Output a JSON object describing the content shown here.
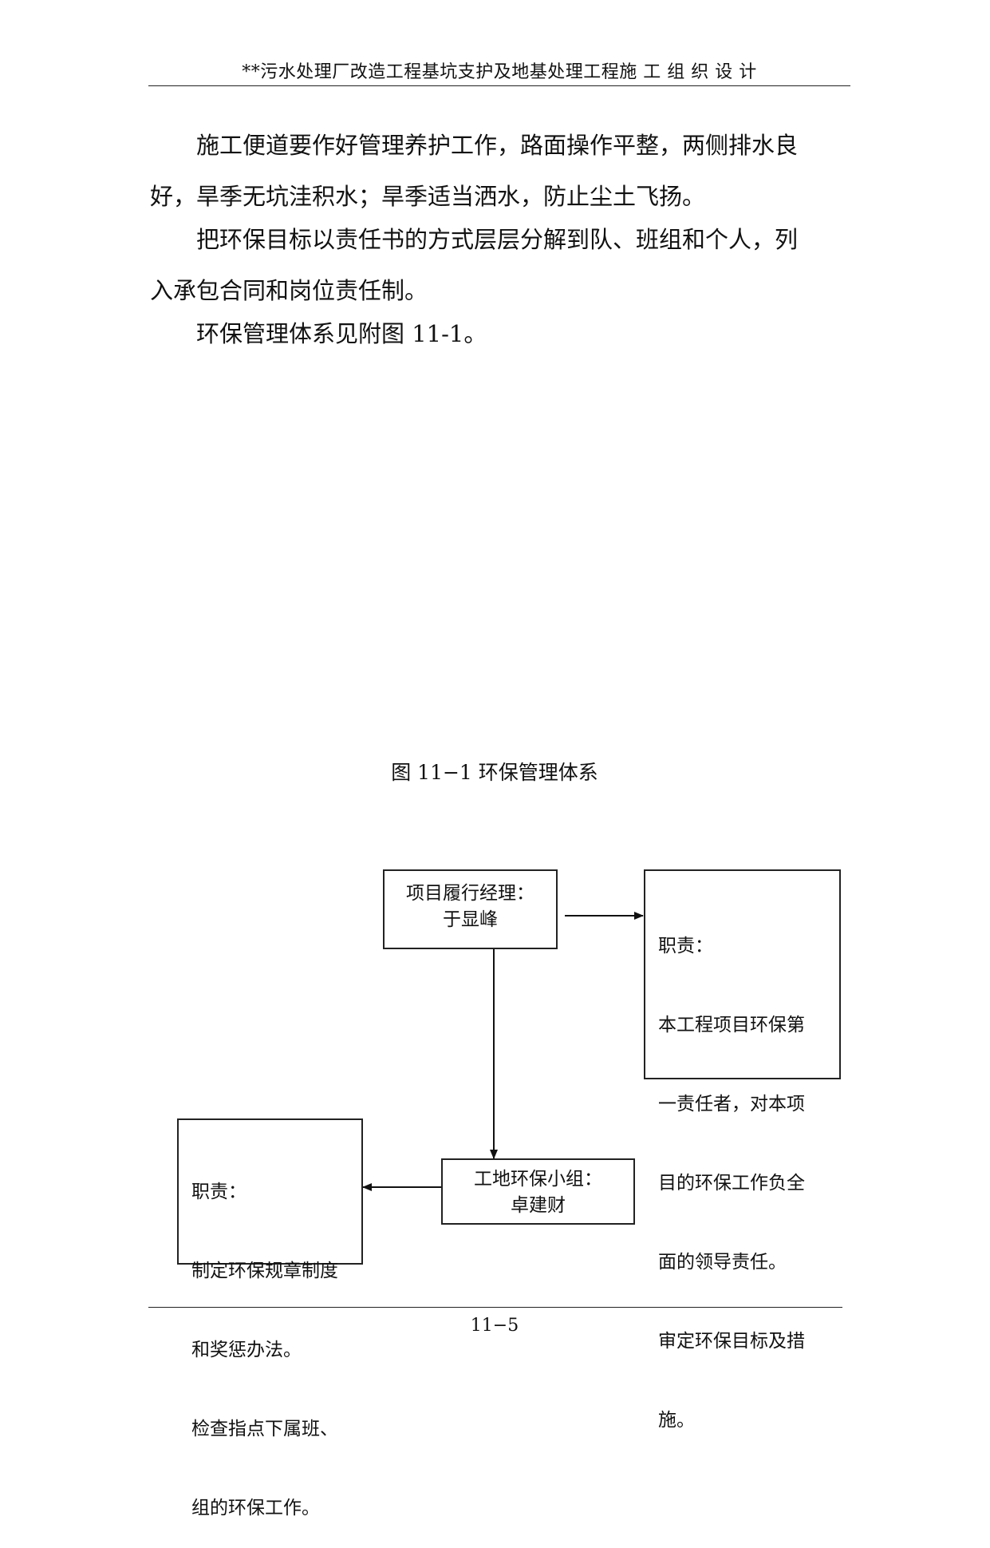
{
  "header": {
    "title": "**污水处理厂改造工程基坑支护及地基处理工程施 工 组 织 设 计"
  },
  "body": {
    "paragraphs": [
      {
        "line1": "施工便道要作好管理养护工作，路面操作平整，两侧排水良",
        "line2": "好，旱季无坑洼积水；旱季适当洒水，防止尘土飞扬。"
      },
      {
        "line1": "把环保目标以责任书的方式层层分解到队、班组和个人，列",
        "line2": "入承包合同和岗位责任制。"
      },
      {
        "line1": "环保管理体系见附图 11-1。",
        "line2": ""
      }
    ]
  },
  "figure": {
    "caption": "图 11−1  环保管理体系",
    "manager_box": {
      "line1": "项目履行经理：",
      "line2": "于显峰"
    },
    "manager_duty_box": {
      "lines": [
        "职责：",
        "本工程项目环保第",
        "  一责任者，对本项",
        "  目的环保工作负全",
        "  面的领导责任。",
        "审定环保目标及措",
        "  施。"
      ]
    },
    "group_box": {
      "line1": "工地环保小组：",
      "line2": "卓建财"
    },
    "group_duty_box": {
      "lines": [
        "职责：",
        "制定环保规章制度",
        "  和奖惩办法。",
        "检查指点下属班、",
        "  组的环保工作。"
      ]
    }
  },
  "footer": {
    "page_number": "11−5"
  }
}
